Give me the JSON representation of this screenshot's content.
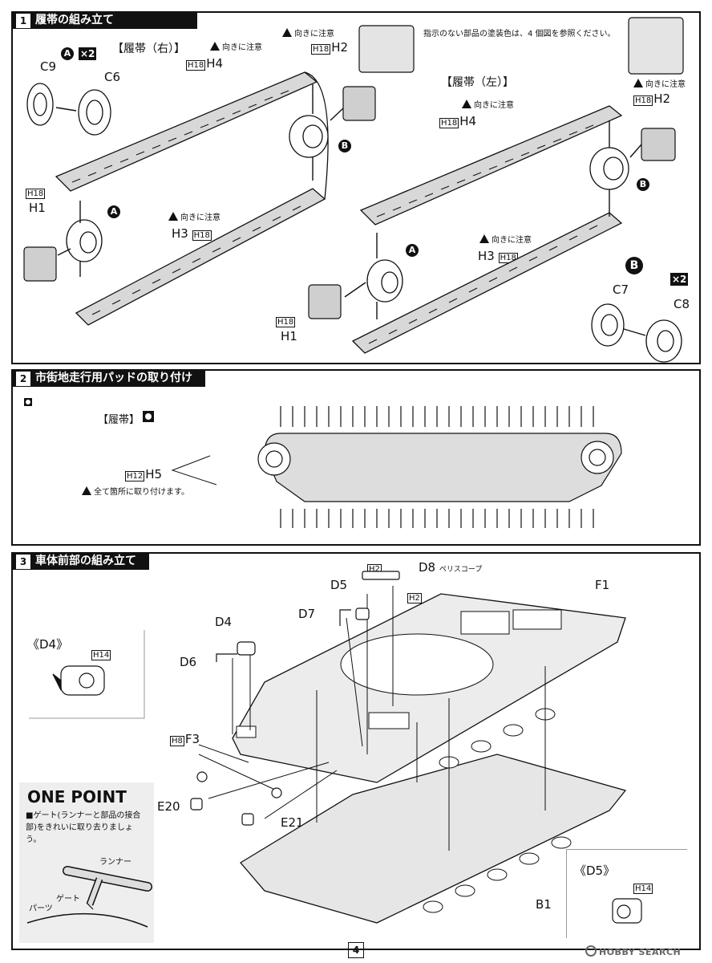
{
  "header_note": "指示のない部品の塗装色は、4 個図を参照ください。",
  "section1": {
    "num": "1",
    "title": "履帯の組み立て",
    "right_label": "【履帯（右）】",
    "left_label": "【履帯（左）】",
    "caution": "向きに注意",
    "parts": {
      "c9": "C9",
      "c6": "C6",
      "c7": "C7",
      "c8": "C8",
      "h1": "H1",
      "h2": "H2",
      "h3": "H3",
      "h4": "H4",
      "h18": "H18"
    },
    "markers": {
      "a": "A",
      "b": "B",
      "x2": "×2"
    }
  },
  "section2": {
    "num": "2",
    "title": "市街地走行用パッドの取り付け",
    "track_label": "【履帯】",
    "part": "H5",
    "part_box": "H12",
    "note": "全て箇所に取り付けます。"
  },
  "section3": {
    "num": "3",
    "title": "車体前部の組み立て",
    "parts": {
      "d4": "D4",
      "d5": "D5",
      "d6": "D6",
      "d7": "D7",
      "d8": "D8",
      "d8_name": "ペリスコープ",
      "f1": "F1",
      "f3": "F3",
      "e20": "E20",
      "e21": "E21",
      "b1": "B1",
      "h2": "H2",
      "h8": "H8",
      "h14": "H14"
    },
    "inset_d4": "《D4》",
    "inset_d5": "《D5》",
    "one_point": {
      "title": "ONE POINT",
      "text": "■ゲート(ランナーと部品の接合部)をきれいに取り去りましょう。",
      "runner": "ランナー",
      "gate": "ゲート",
      "parts": "パーツ"
    }
  },
  "page_number": "4",
  "watermark": "HOBBY SEARCH"
}
